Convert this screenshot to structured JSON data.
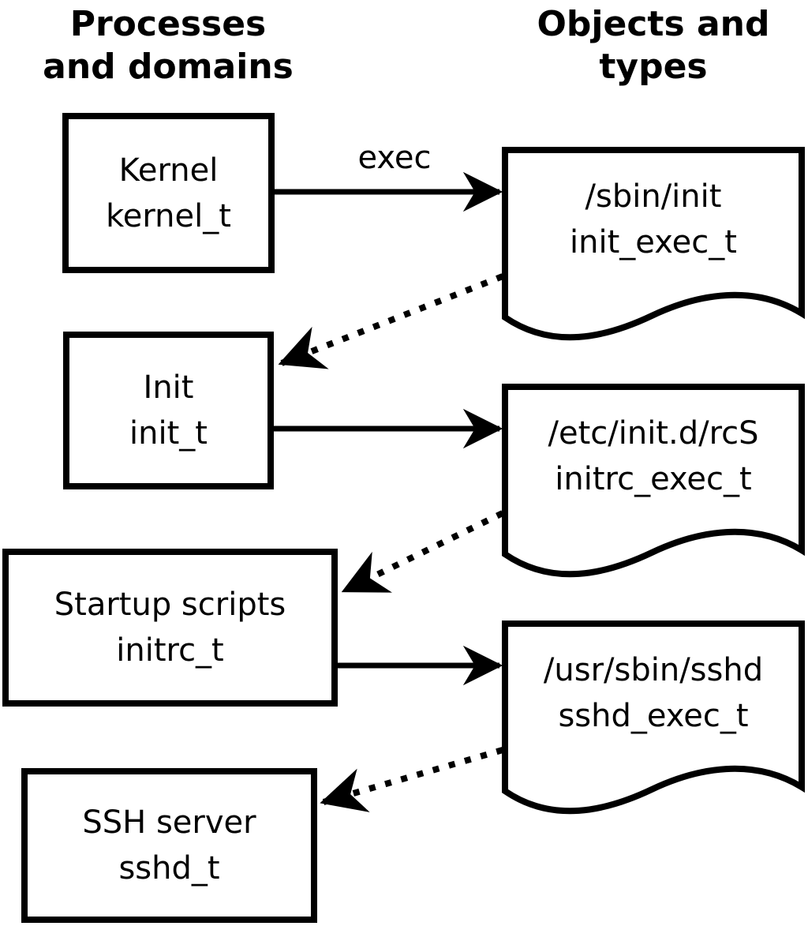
{
  "diagram": {
    "title_columns": {
      "left": {
        "line1": "Processes",
        "line2": "and domains"
      },
      "right": {
        "line1": "Objects and",
        "line2": "types"
      }
    },
    "processes": [
      {
        "name": "Kernel",
        "type": "kernel_t"
      },
      {
        "name": "Init",
        "type": "init_t"
      },
      {
        "name": "Startup scripts",
        "type": "initrc_t"
      },
      {
        "name": "SSH server",
        "type": "sshd_t"
      }
    ],
    "objects": [
      {
        "path": "/sbin/init",
        "type": "init_exec_t"
      },
      {
        "path": "/etc/init.d/rcS",
        "type": "initrc_exec_t"
      },
      {
        "path": "/usr/sbin/sshd",
        "type": "sshd_exec_t"
      }
    ],
    "edges": {
      "exec_label": "exec",
      "solid": [
        {
          "from": "Kernel kernel_t",
          "to": "/sbin/init init_exec_t"
        },
        {
          "from": "Init init_t",
          "to": "/etc/init.d/rcS initrc_exec_t"
        },
        {
          "from": "Startup scripts initrc_t",
          "to": "/usr/sbin/sshd sshd_exec_t"
        }
      ],
      "dotted": [
        {
          "from": "/sbin/init init_exec_t",
          "to": "Init init_t"
        },
        {
          "from": "/etc/init.d/rcS initrc_exec_t",
          "to": "Startup scripts initrc_t"
        },
        {
          "from": "/usr/sbin/sshd sshd_exec_t",
          "to": "SSH server sshd_t"
        }
      ]
    },
    "colors": {
      "foreground": "#000000",
      "background": "#ffffff"
    }
  }
}
